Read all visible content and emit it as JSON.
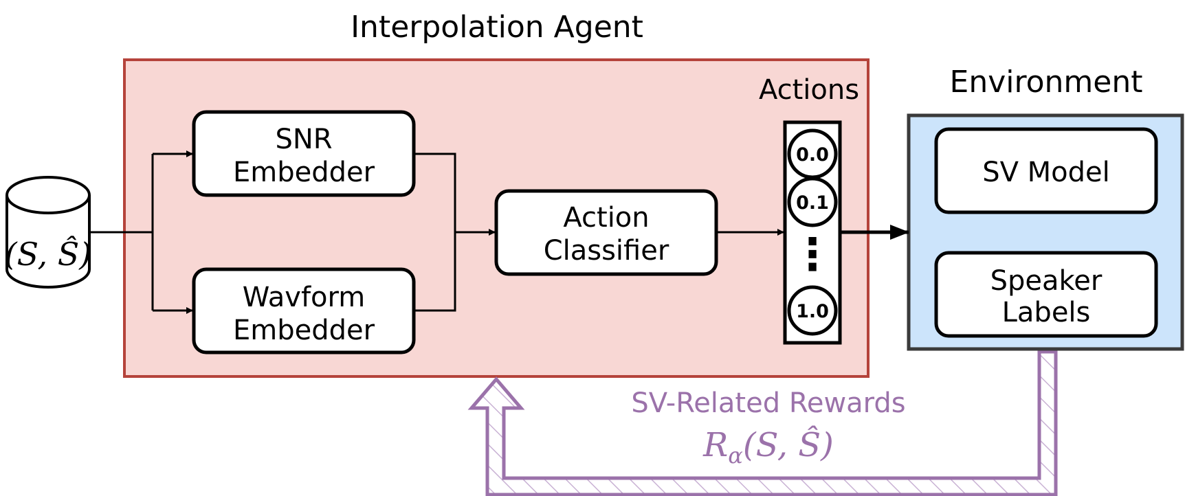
{
  "title": "Interpolation Agent",
  "dataset": {
    "label": "(S, Ŝ)"
  },
  "agent": {
    "snr_embedder": [
      "SNR",
      "Embedder"
    ],
    "wavform_embedder": [
      "Wavform",
      "Embedder"
    ],
    "action_classifier": [
      "Action",
      "Classifier"
    ],
    "actions_label": "Actions",
    "action_values": [
      "0.0",
      "0.1",
      "1.0"
    ],
    "action_ellipsis": "⋮"
  },
  "environment": {
    "title": "Environment",
    "sv_model": "SV Model",
    "speaker_labels": [
      "Speaker",
      "Labels"
    ]
  },
  "rewards": {
    "label": "SV-Related Rewards",
    "formula_main": "R",
    "formula_sub": "α",
    "formula_args": "(S, Ŝ)"
  },
  "colors": {
    "agent_fill": "#f8d7d4",
    "agent_border": "#b5433b",
    "env_fill": "#cce4fb",
    "env_border": "#3a3a3a",
    "reward": "#9b72aa"
  }
}
